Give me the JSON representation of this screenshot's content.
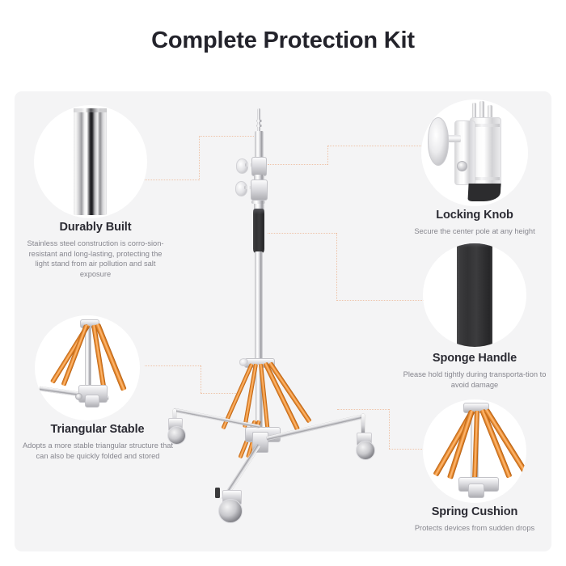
{
  "page": {
    "title": "Complete Protection Kit",
    "background_color": "#ffffff",
    "panel_color": "#f4f4f5",
    "accent_color": "#eec3a8",
    "title_color": "#23232b",
    "body_text_color": "#86868e"
  },
  "features": [
    {
      "id": "durably-built",
      "title": "Durably Built",
      "description": "Stainless steel construction is corro-sion-resistant and long-lasting, protecting the light stand from air pollution and salt exposure",
      "icon": "steel-tube-icon",
      "position": "top-left"
    },
    {
      "id": "locking-knob",
      "title": "Locking Knob",
      "description": "Secure the center pole at any height",
      "icon": "locking-knob-icon",
      "position": "top-right"
    },
    {
      "id": "sponge-handle",
      "title": "Sponge Handle",
      "description": "Please hold tightly during transporta-tion to avoid damage",
      "icon": "sponge-handle-icon",
      "position": "middle-right"
    },
    {
      "id": "triangular-stable",
      "title": "Triangular Stable",
      "description": "Adopts a more stable triangular structure that can also be quickly folded and stored",
      "icon": "triangular-brace-icon",
      "position": "middle-left"
    },
    {
      "id": "spring-cushion",
      "title": "Spring Cushion",
      "description": "Protects devices from sudden drops",
      "icon": "spring-cushion-icon",
      "position": "bottom-right"
    }
  ],
  "product": {
    "name": "rolling-light-stand",
    "parts": [
      "center-pole",
      "locking-knobs",
      "sponge-grip",
      "orange-spring-struts",
      "chrome-tripod-legs",
      "caster-wheels"
    ]
  }
}
